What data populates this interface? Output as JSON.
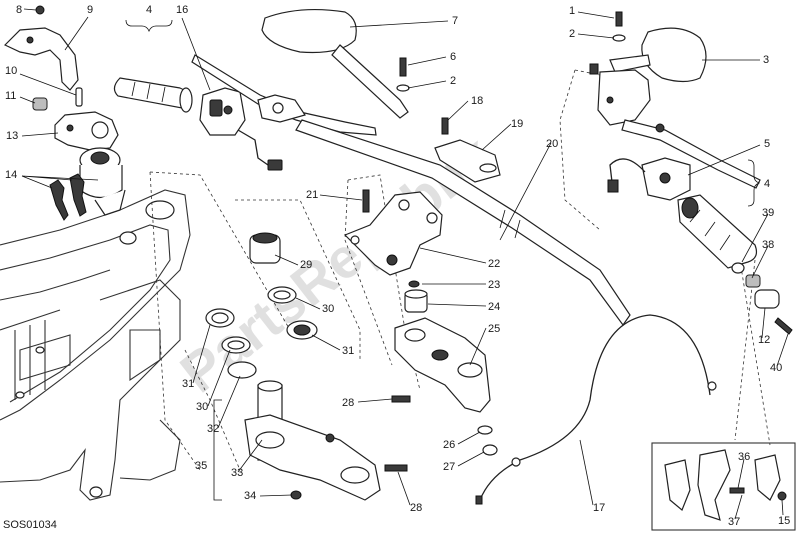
{
  "diagram": {
    "code": "SOS01034",
    "watermark": "PartsRepublik",
    "labels": [
      "1",
      "2",
      "3",
      "4",
      "5",
      "6",
      "7",
      "8",
      "9",
      "10",
      "11",
      "12",
      "13",
      "14",
      "15",
      "16",
      "17",
      "18",
      "19",
      "20",
      "21",
      "22",
      "23",
      "24",
      "25",
      "26",
      "27",
      "28",
      "29",
      "30",
      "31",
      "32",
      "33",
      "34",
      "35",
      "36",
      "37",
      "38",
      "39",
      "40"
    ]
  }
}
